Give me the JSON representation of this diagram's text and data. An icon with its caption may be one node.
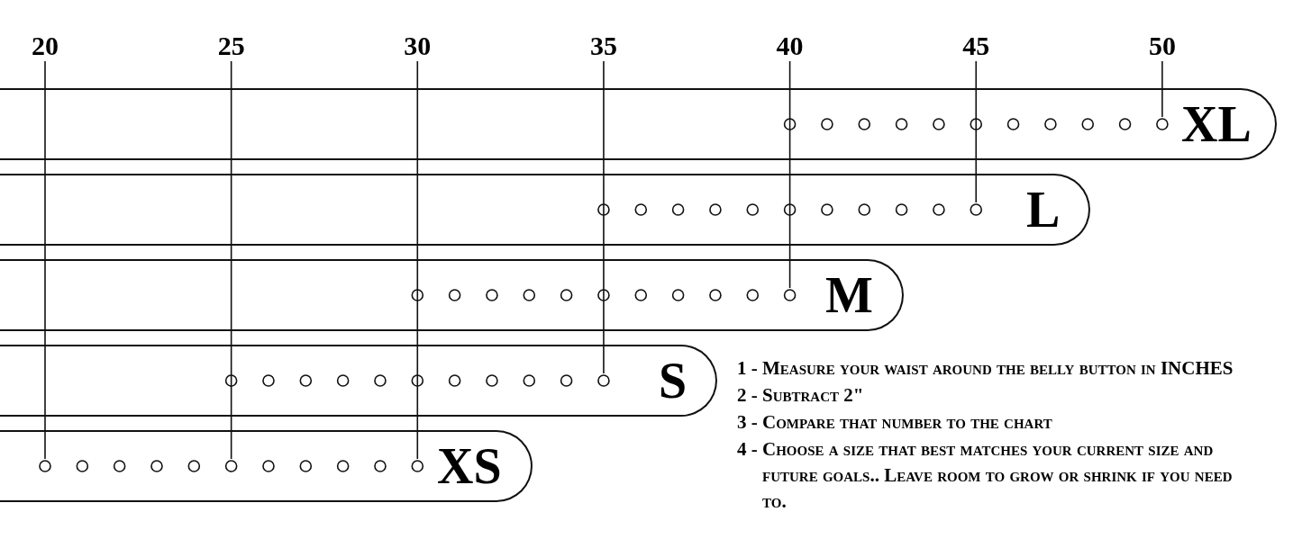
{
  "diagram": {
    "nodes": [
      {
        "text": [
          "XL"
        ]
      },
      {
        "text": [
          "L"
        ]
      },
      {
        "text": [
          "M"
        ]
      },
      {
        "text": [
          "S"
        ]
      },
      {
        "text": [
          "XS"
        ]
      },
      {
        "text": [
          "20"
        ]
      },
      {
        "text": [
          "25"
        ]
      },
      {
        "text": [
          "30"
        ]
      },
      {
        "text": [
          "35"
        ]
      },
      {
        "text": [
          "40"
        ]
      },
      {
        "text": [
          "45"
        ]
      },
      {
        "text": [
          "50"
        ]
      },
      {
        "text": [],
        "shape": "circle",
        "in": 4
      },
      {
        "text": [],
        "shape": "circle",
        "in": 4
      },
      {
        "text": [],
        "shape": "circle",
        "in": 4
      },
      {
        "text": [],
        "shape": "circle",
        "in": 3
      },
      {
        "text": [],
        "shape": "circle",
        "in": 2
      },
      {
        "text": [],
        "shape": "circle",
        "in": 1
      },
      {
        "text": [],
        "shape": "circle",
        "in": 0
      }
    ],
    "edges": [
      {
        "from": 5,
        "to": 12,
        "arrow": "none"
      },
      {
        "from": 6,
        "to": 13,
        "arrow": "none"
      },
      {
        "from": 7,
        "to": 14,
        "arrow": "none"
      },
      {
        "from": 8,
        "to": 15,
        "arrow": "none"
      },
      {
        "from": 9,
        "to": 16,
        "arrow": "none"
      },
      {
        "from": 10,
        "to": 17,
        "arrow": "none"
      },
      {
        "from": 11,
        "to": 18,
        "arrow": "none"
      }
    ],
    "labels": [
      "1 - Measure your waist around the belly button in INCHES",
      "2 - Subtract 2\"",
      "3 - Compare that number to the chart",
      "4 - Choose a size that best matches your current size and future goals.. Leave room to grow or shrink if you need to."
    ]
  }
}
